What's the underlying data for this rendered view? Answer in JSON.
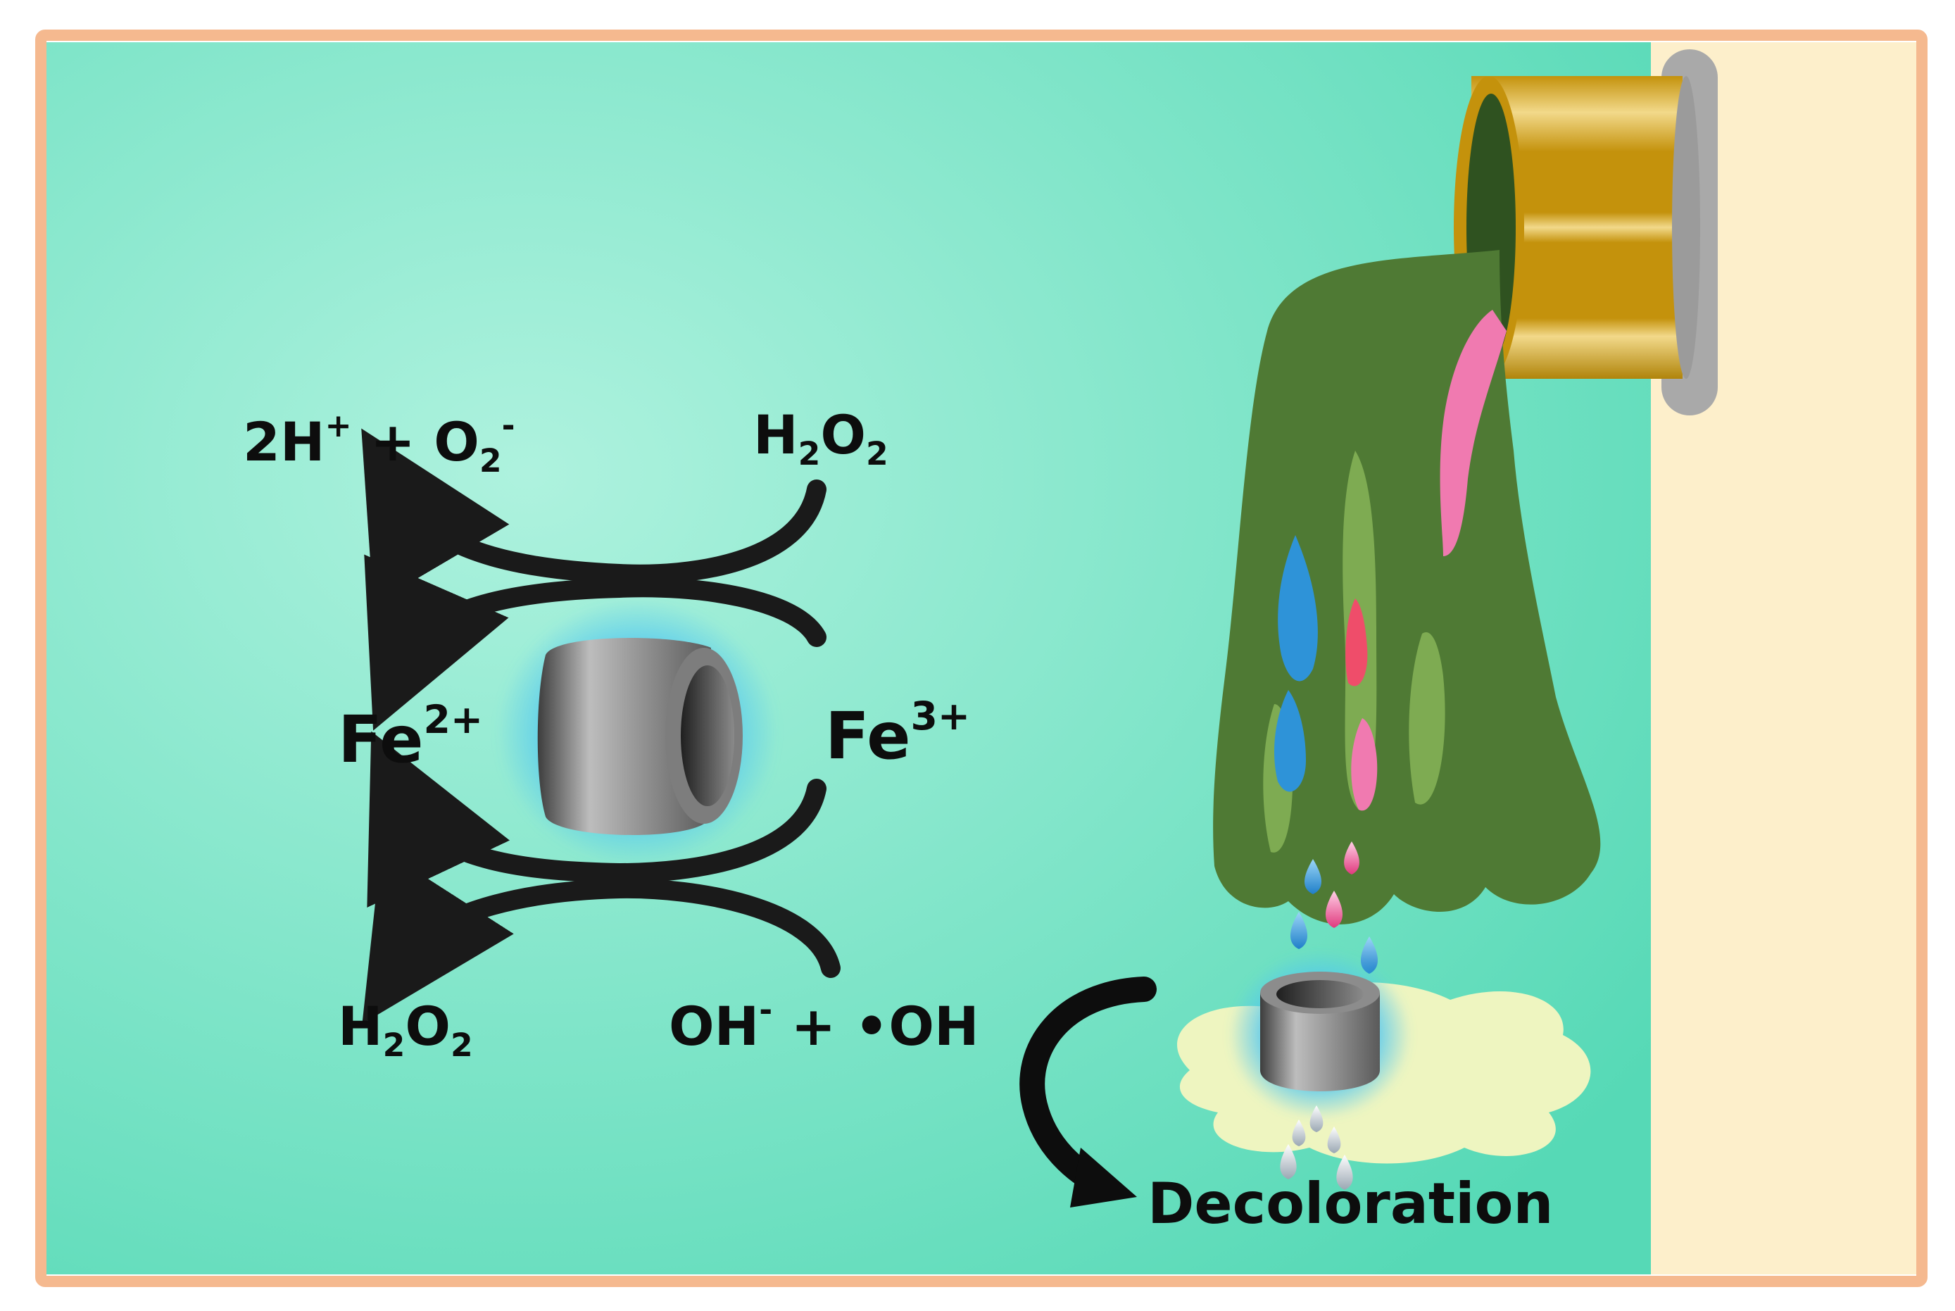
{
  "colors": {
    "panel_center": "#aef2de",
    "panel_edge": "#56d9b6",
    "border": "#f5b98f",
    "side_strip": "#fdefcb",
    "stream": "#4f7a34",
    "stream_light": "#7eab52",
    "blue_drop": "#2e93d8",
    "pink_drop": "#f07ab0",
    "red_drop": "#ef4d6a",
    "pipe_gold": "#c4920c",
    "pipe_rim": "#a9a9a9",
    "puddle": "#eef5c0",
    "ring_glow": "#4fc6f2",
    "arrow": "#1a1a1a",
    "text": "#0d0d0d"
  },
  "labels": {
    "top_left": {
      "base": "2H",
      "sup": "+",
      "mid": " + O",
      "sub": "2",
      "sup2": "-"
    },
    "top_right": {
      "base": "H",
      "sub": "2",
      "mid": "O",
      "sub2": "2"
    },
    "fe2": {
      "base": "Fe",
      "sup": "2+"
    },
    "fe3": {
      "base": "Fe",
      "sup": "3+"
    },
    "bottom_left": {
      "base": "H",
      "sub": "2",
      "mid": "O",
      "sub2": "2"
    },
    "bottom_right": {
      "base": "OH",
      "sup": "-",
      "mid": " + ",
      "dot": "•",
      "tail": "OH"
    },
    "result": "Decoloration"
  },
  "icons": {
    "pipe": "pipe-outlet-icon",
    "catalyst_main": "catalyst-ring-icon",
    "catalyst_small": "catalyst-ring-small-icon",
    "decoloration_arrow": "curved-arrow-icon"
  }
}
